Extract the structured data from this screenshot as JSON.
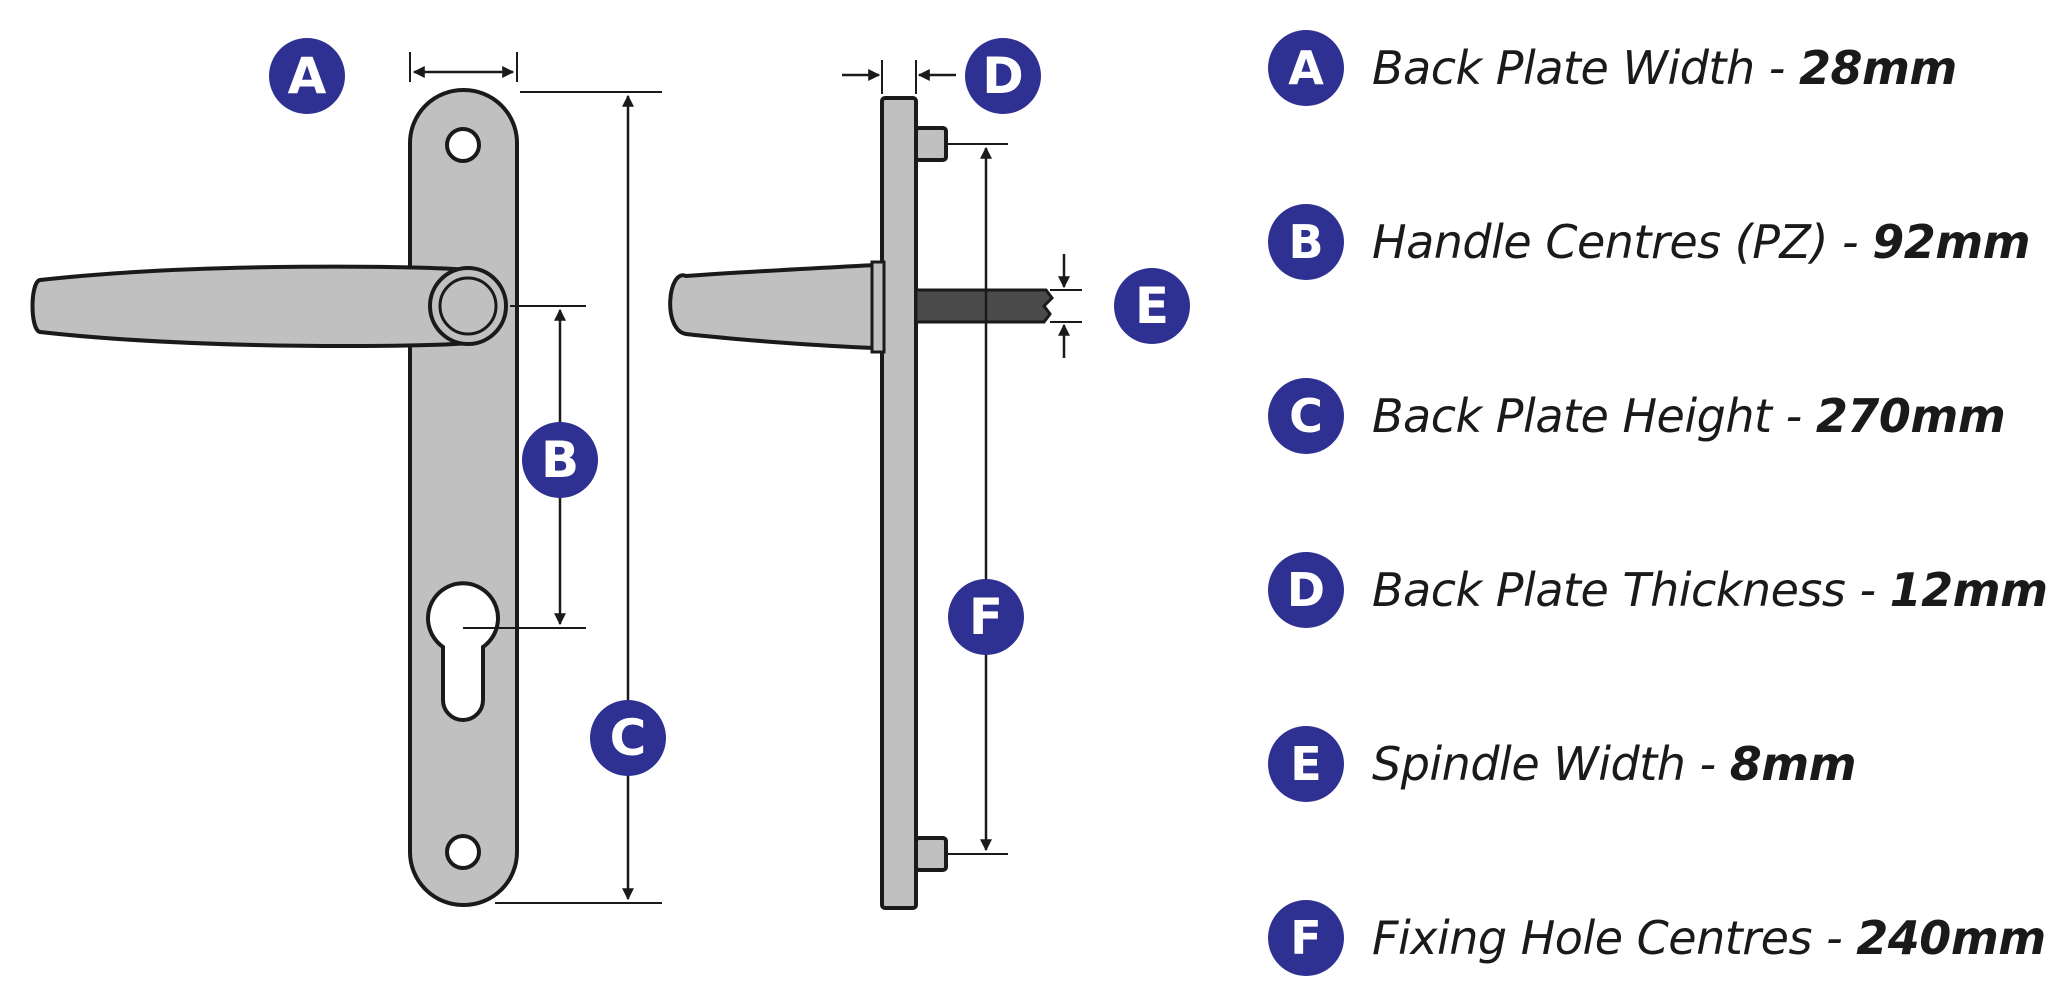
{
  "diagram": {
    "labels": {
      "a": "A",
      "b": "B",
      "c": "C",
      "d": "D",
      "e": "E",
      "f": "F"
    }
  },
  "legend": [
    {
      "letter": "A",
      "name": "Back Plate Width",
      "sep": " - ",
      "value": "28mm"
    },
    {
      "letter": "B",
      "name": "Handle Centres (PZ)",
      "sep": " - ",
      "value": "92mm"
    },
    {
      "letter": "C",
      "name": "Back Plate Height",
      "sep": " - ",
      "value": "270mm"
    },
    {
      "letter": "D",
      "name": "Back Plate Thickness",
      "sep": " - ",
      "value": "12mm"
    },
    {
      "letter": "E",
      "name": "Spindle Width",
      "sep": " - ",
      "value": "8mm"
    },
    {
      "letter": "F",
      "name": "Fixing Hole Centres",
      "sep": " - ",
      "value": "240mm"
    }
  ],
  "colors": {
    "badge": "#2e3192",
    "metal": "#c0c0c0",
    "outline": "#1a1a1a",
    "spindle": "#4a4a4a"
  }
}
